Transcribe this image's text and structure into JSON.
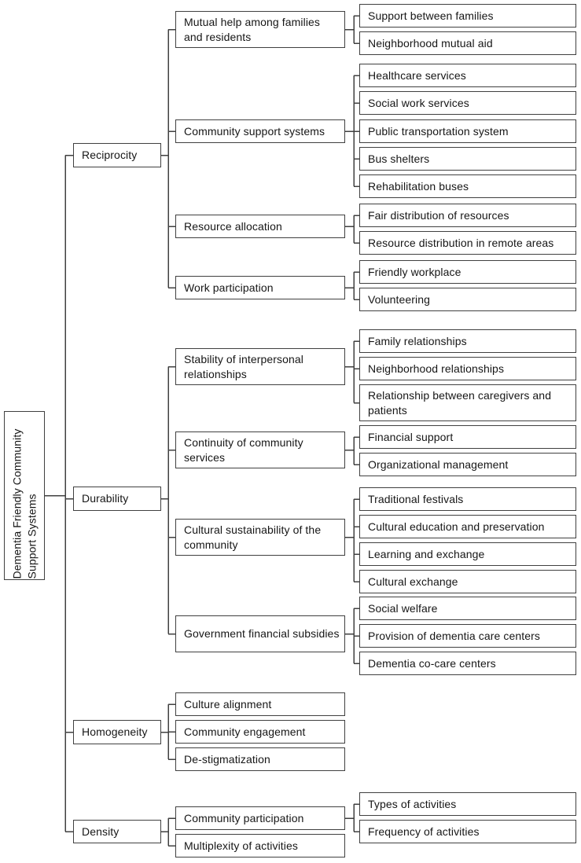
{
  "colors": {
    "border": "#404040",
    "text": "#161616",
    "background": "#ffffff"
  },
  "tree": {
    "root": {
      "label": "Dementia Friendly Community Support Systems"
    },
    "categories": [
      {
        "label": "Reciprocity",
        "children": [
          {
            "label": "Mutual help among families and residents",
            "children": [
              {
                "label": "Support between families"
              },
              {
                "label": "Neighborhood mutual aid"
              }
            ]
          },
          {
            "label": "Community support systems",
            "children": [
              {
                "label": "Healthcare services"
              },
              {
                "label": "Social work services"
              },
              {
                "label": "Public transportation system"
              },
              {
                "label": "Bus shelters"
              },
              {
                "label": "Rehabilitation buses"
              }
            ]
          },
          {
            "label": "Resource allocation",
            "children": [
              {
                "label": "Fair distribution of resources"
              },
              {
                "label": "Resource distribution in remote areas"
              }
            ]
          },
          {
            "label": "Work participation",
            "children": [
              {
                "label": "Friendly workplace"
              },
              {
                "label": "Volunteering"
              }
            ]
          }
        ]
      },
      {
        "label": "Durability",
        "children": [
          {
            "label": "Stability of interpersonal relationships",
            "children": [
              {
                "label": "Family relationships"
              },
              {
                "label": "Neighborhood relationships"
              },
              {
                "label": "Relationship between caregivers and patients"
              }
            ]
          },
          {
            "label": "Continuity of community services",
            "children": [
              {
                "label": "Financial support"
              },
              {
                "label": "Organizational management"
              }
            ]
          },
          {
            "label": "Cultural sustainability of the community",
            "children": [
              {
                "label": "Traditional festivals"
              },
              {
                "label": "Cultural education and preservation"
              },
              {
                "label": "Learning and exchange"
              },
              {
                "label": "Cultural exchange"
              }
            ]
          },
          {
            "label": "Government financial subsidies",
            "children": [
              {
                "label": "Social welfare"
              },
              {
                "label": "Provision of dementia care centers"
              },
              {
                "label": "Dementia co-care centers"
              }
            ]
          }
        ]
      },
      {
        "label": "Homogeneity",
        "children": [
          {
            "label": "Culture alignment"
          },
          {
            "label": "Community engagement"
          },
          {
            "label": "De-stigmatization"
          }
        ]
      },
      {
        "label": "Density",
        "children": [
          {
            "label": "Community participation",
            "children": [
              {
                "label": "Types of activities"
              },
              {
                "label": "Frequency of activities"
              }
            ]
          },
          {
            "label": "Multiplexity of activities"
          }
        ]
      }
    ]
  }
}
